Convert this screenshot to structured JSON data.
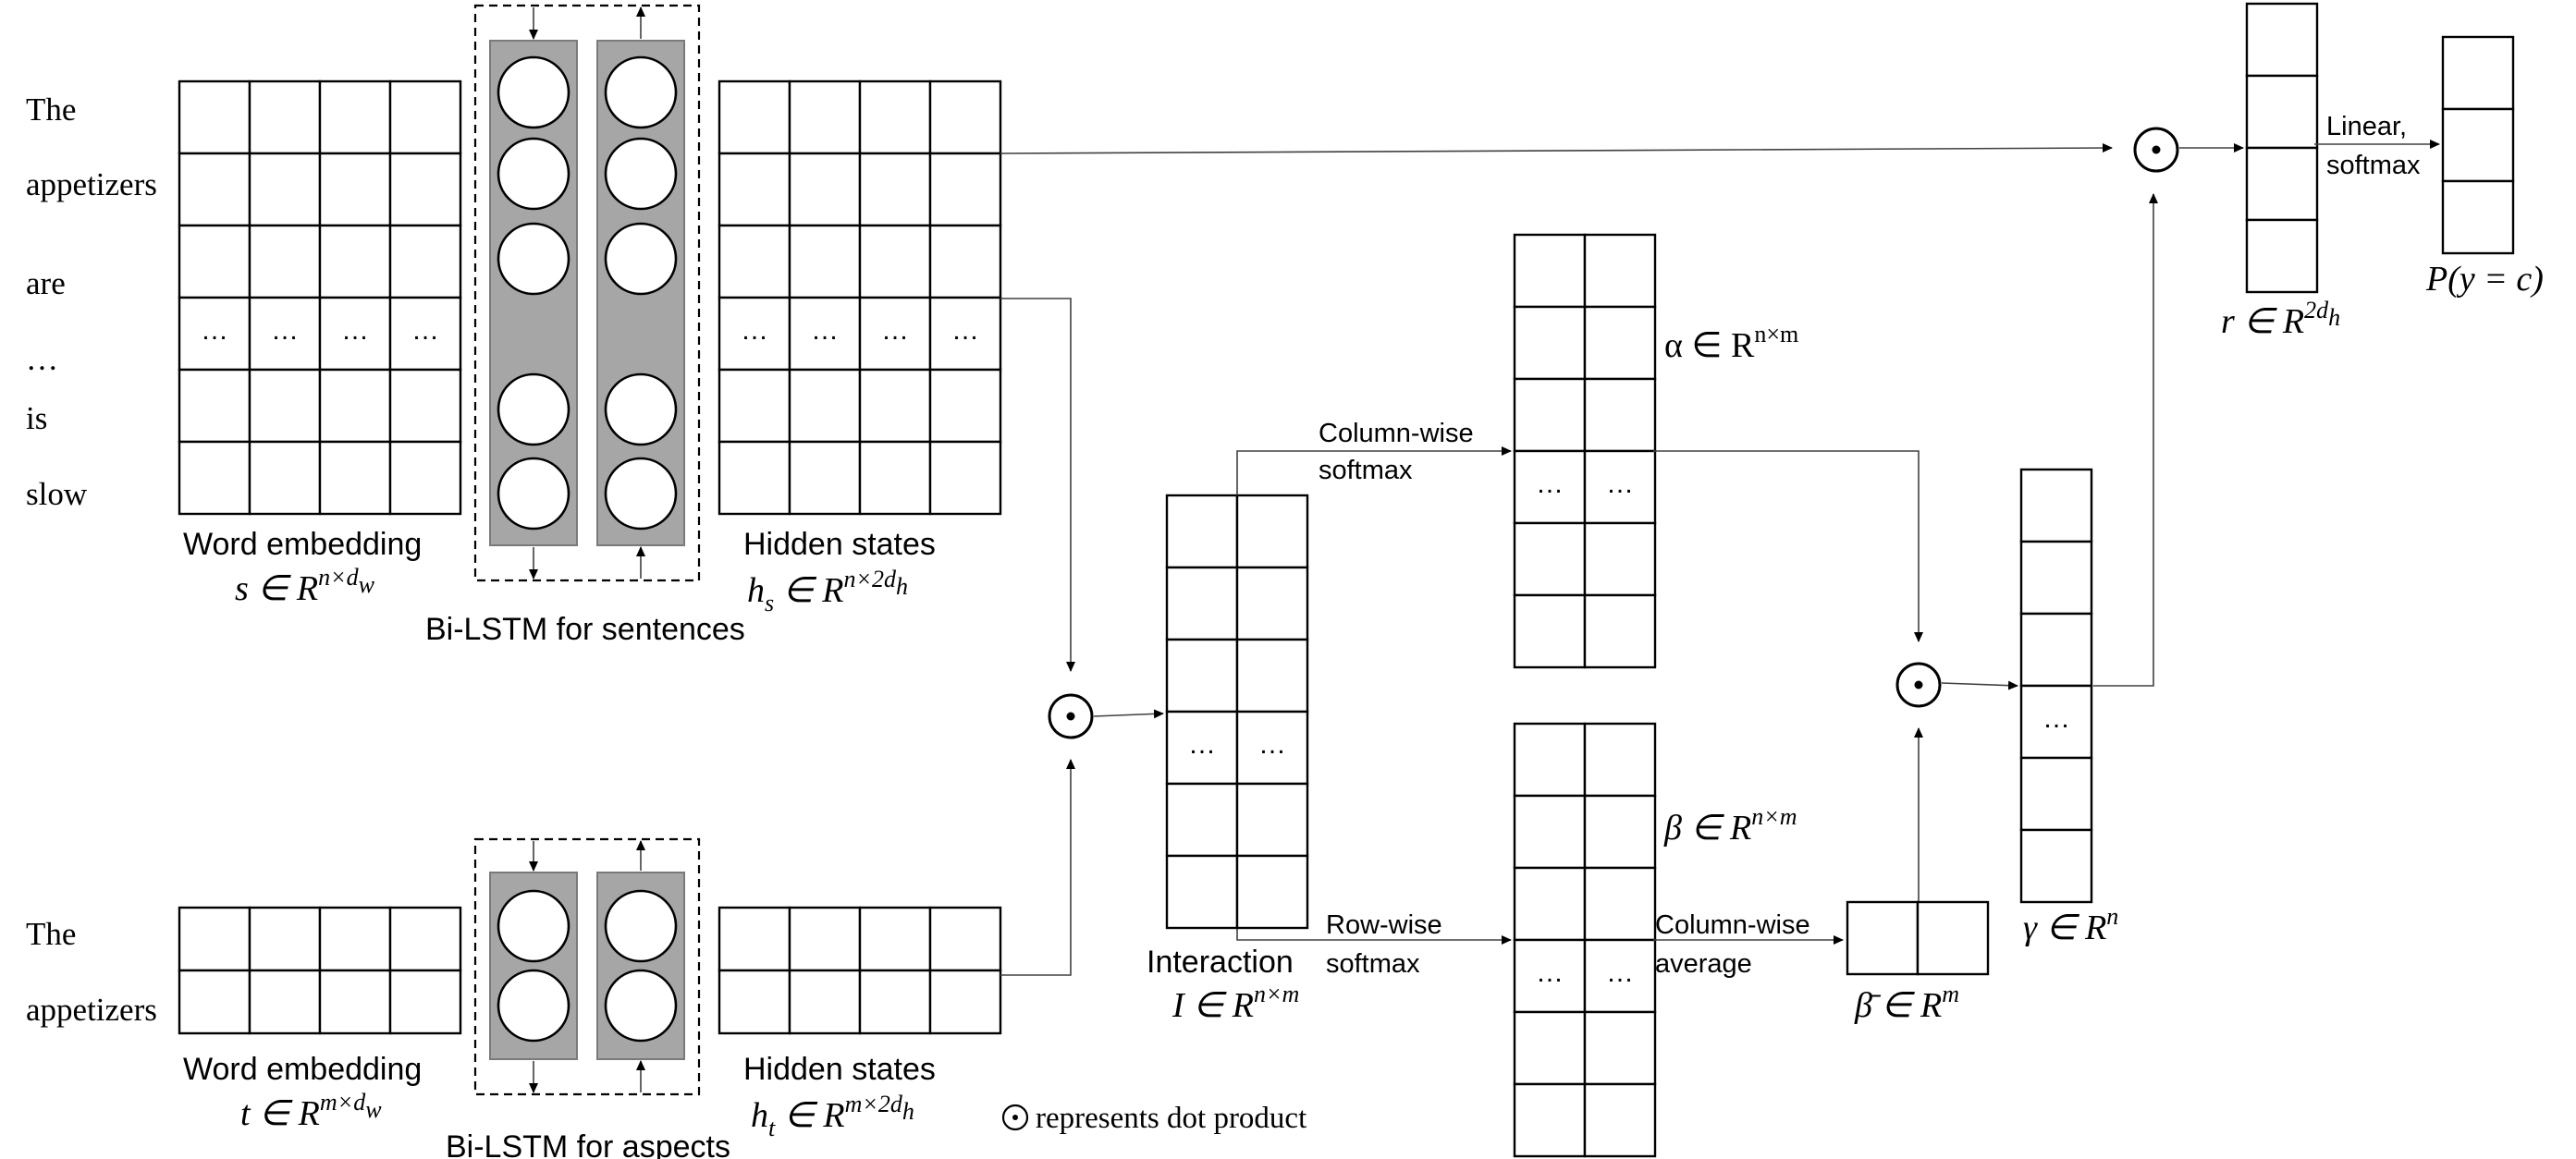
{
  "sentence_words": [
    "The",
    "appetizers",
    "are",
    "…",
    "is",
    "slow"
  ],
  "aspect_words": [
    "The",
    "appetizers"
  ],
  "cell_ellipsis": "…",
  "labels": {
    "word_embedding_s": "Word embedding",
    "word_embedding_s_math": "s ∈ R",
    "word_embedding_s_sup": "n×d",
    "word_embedding_s_supsub": "w",
    "bilstm_sentences": "Bi-LSTM for sentences",
    "hidden_states_s": "Hidden states",
    "hidden_states_s_math": "h",
    "hidden_states_s_sub": "s",
    "hidden_states_s_rest": " ∈ R",
    "hidden_states_s_sup": "n×2d",
    "hidden_states_s_supsub": "h",
    "word_embedding_t": "Word embedding",
    "word_embedding_t_math": "t ∈ R",
    "word_embedding_t_sup": "m×d",
    "word_embedding_t_supsub": "w",
    "bilstm_aspects": "Bi-LSTM for aspects",
    "hidden_states_t": "Hidden states",
    "hidden_states_t_math": "h",
    "hidden_states_t_sub": "t",
    "hidden_states_t_rest": " ∈ R",
    "hidden_states_t_sup": "m×2d",
    "hidden_states_t_supsub": "h",
    "interaction": "Interaction",
    "interaction_math": "I ∈ R",
    "interaction_sup": "n×m",
    "column_wise_softmax_1": "Column-wise",
    "column_wise_softmax_2": "softmax",
    "row_wise_softmax_1": "Row-wise",
    "row_wise_softmax_2": "softmax",
    "column_wise_average_1": "Column-wise",
    "column_wise_average_2": "average",
    "alpha_math": "α ∈ R",
    "alpha_sup": "n×m",
    "beta_math": "β ∈ R",
    "beta_sup": "n×m",
    "beta_bar_math": "β̄ ∈ R",
    "beta_bar_sup": "m",
    "gamma_math": "γ ∈ R",
    "gamma_sup": "n",
    "r_math": "r ∈ R",
    "r_sup": "2d",
    "r_supsub": "h",
    "linear_softmax_1": "Linear,",
    "linear_softmax_2": "softmax",
    "output_math": "P(y = c)",
    "legend": "represents dot product"
  },
  "icons": {
    "dot_product": "circled-dot-operator-icon",
    "lstm_unit": "circle-node-icon"
  },
  "colors": {
    "lstm_fill": "#a6a6a6",
    "line": "#000000"
  }
}
